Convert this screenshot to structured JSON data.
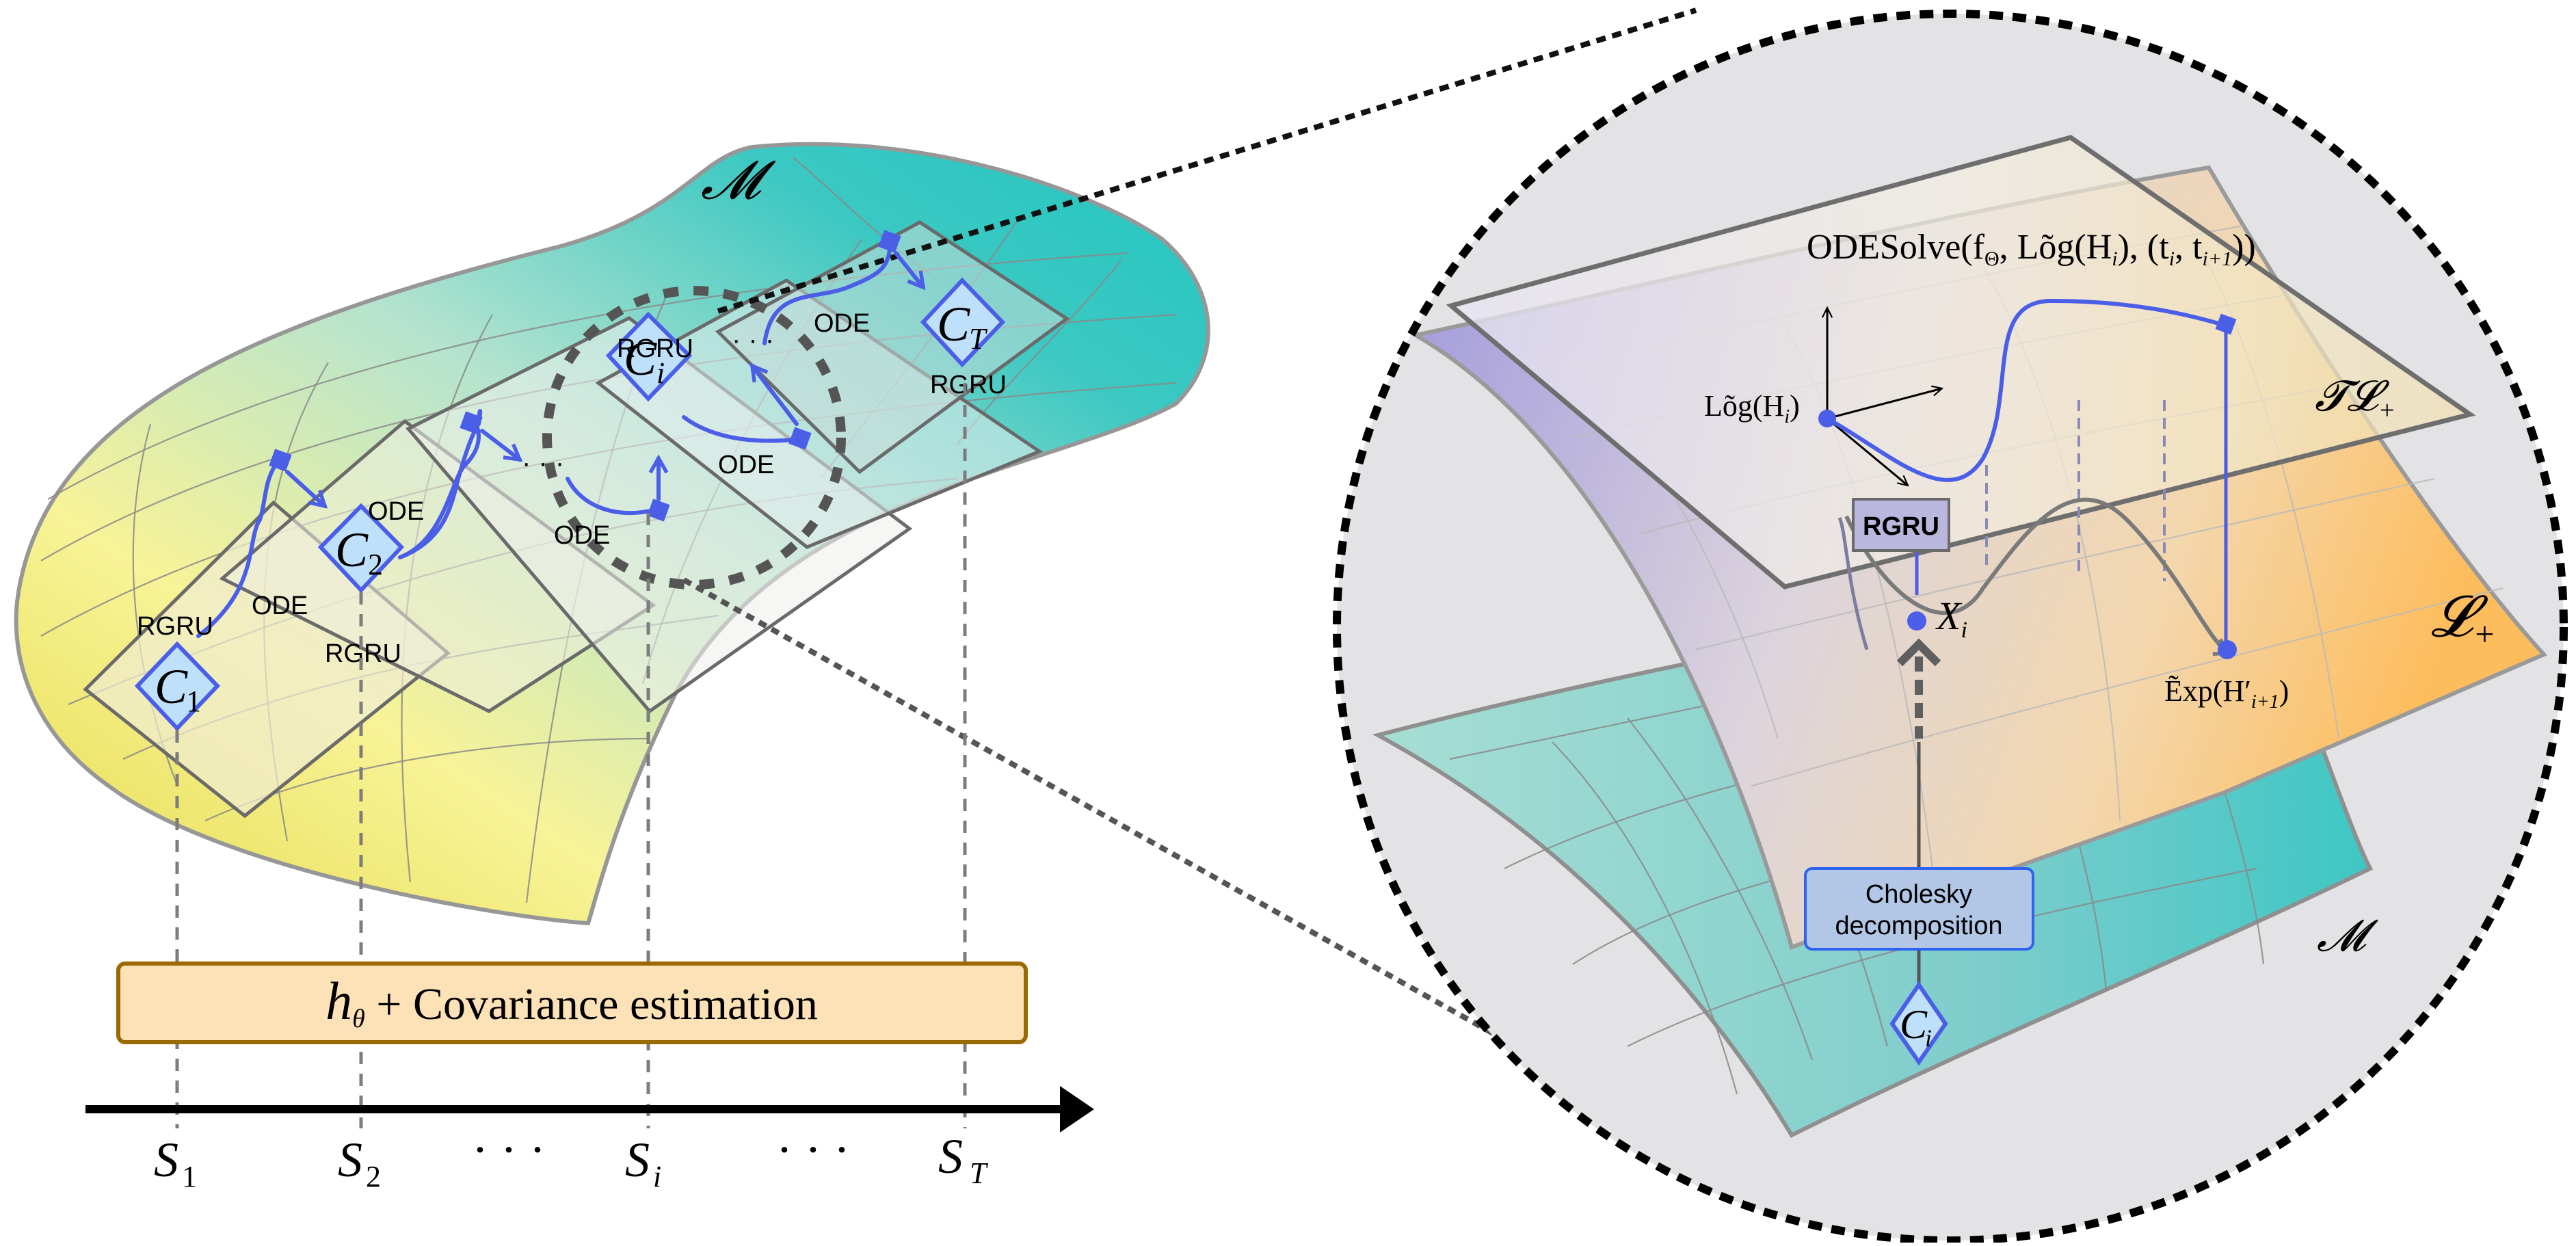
{
  "left_panel": {
    "manifold_label": "𝓜",
    "sequence_nodes": [
      {
        "id": "C1",
        "base": "C",
        "sub": "1",
        "label": "RGRU"
      },
      {
        "id": "C2",
        "base": "C",
        "sub": "2",
        "label": "RGRU"
      },
      {
        "id": "Ci",
        "base": "C",
        "sub": "i",
        "label": "RGRU"
      },
      {
        "id": "CT",
        "base": "C",
        "sub": "T",
        "label": "RGRU"
      }
    ],
    "ode_labels": [
      "ODE",
      "ODE",
      "ODE",
      "ODE",
      "ODE"
    ],
    "ellipsis": "· · ·",
    "estimation_box": {
      "symbol": "h",
      "symbol_sub": "θ",
      "text": " + Covariance estimation",
      "fill": "#fde2b7",
      "border": "#9a6a00"
    },
    "time_axis": {
      "ticks": [
        {
          "base": "S",
          "sub": "1"
        },
        {
          "base": "S",
          "sub": "2"
        },
        {
          "base": "",
          "sub": "",
          "ellipsis": "· · ·"
        },
        {
          "base": "S",
          "sub": "i"
        },
        {
          "base": "",
          "sub": "",
          "ellipsis": "· · ·"
        },
        {
          "base": "S",
          "sub": "T"
        }
      ]
    }
  },
  "right_panel": {
    "tangent_space_label": "𝓣𝓛",
    "tangent_space_sub": "+",
    "cholesky_manifold_label": "𝓛",
    "cholesky_manifold_sub": "+",
    "spd_manifold_label": "𝓜",
    "ode_solve_label": "ODESolve(f",
    "ode_solve_sub": "Θ",
    "ode_solve_rest": ", Lõg(H",
    "ode_solve_rest_sub": "i",
    "ode_solve_tail": "), (t",
    "ode_solve_t1_sub": "i",
    "ode_solve_t2": ", t",
    "ode_solve_t2_sub": "i+1",
    "ode_solve_close": "))",
    "log_point_label": "Lõg(H",
    "log_point_sub": "i",
    "log_point_close": ")",
    "rgru_box": "RGRU",
    "x_point_label": "X",
    "x_point_sub": "i",
    "exp_point_label": "Ẽxp(H′",
    "exp_point_sub": "i+1",
    "exp_point_close": ")",
    "cholesky_box": [
      "Cholesky",
      "decomposition"
    ],
    "input_node": {
      "base": "C",
      "sub": "i"
    }
  },
  "colors": {
    "accent_blue": "#4a5ee8",
    "node_fill": "#bfe0fb",
    "manifold_teal": "#22c6c0",
    "manifold_yellow": "#f3e96b",
    "cholesky_purple": "#a9a3dd",
    "cholesky_orange": "#fdc265",
    "zoom_bg": "#e3e2e4",
    "cholesky_box_fill": "#b2c6e6",
    "rgru_box_fill": "#b9b7dd"
  }
}
